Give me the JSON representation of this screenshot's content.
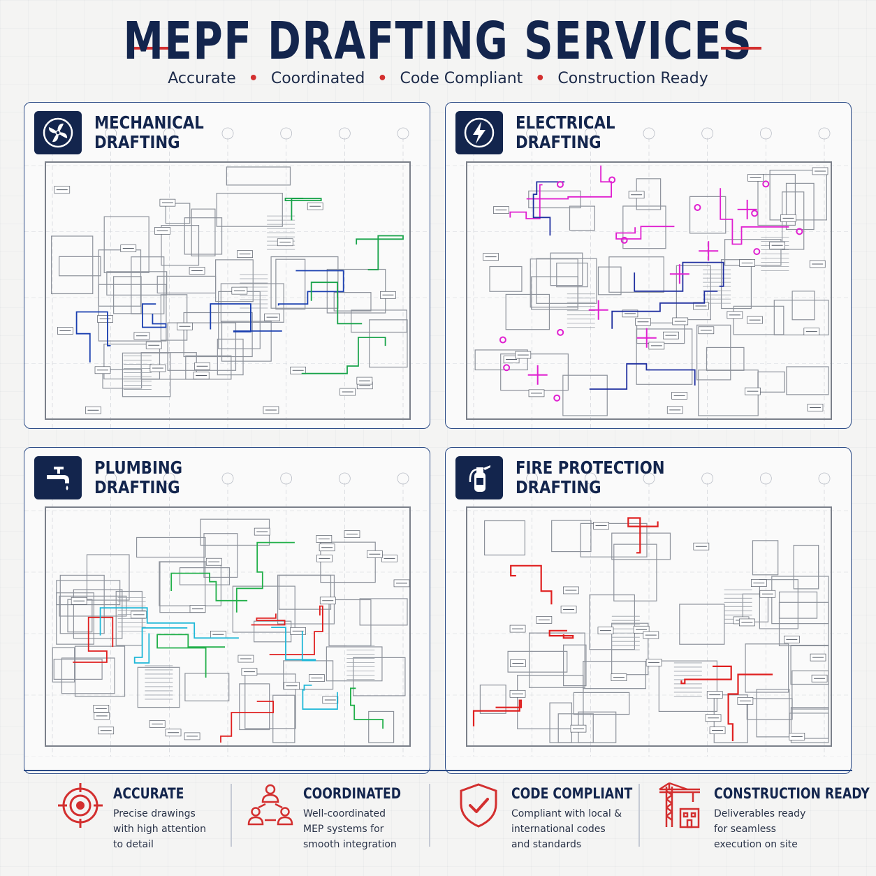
{
  "header": {
    "title": "MEPF DRAFTING SERVICES",
    "tagline": [
      "Accurate",
      "Coordinated",
      "Code Compliant",
      "Construction Ready"
    ],
    "separator": "•"
  },
  "panels": [
    {
      "line1": "MECHANICAL",
      "line2": "DRAFTING",
      "icon": "fan-icon",
      "accent": [
        "#1a3fb0",
        "#18a34a"
      ]
    },
    {
      "line1": "ELECTRICAL",
      "line2": "DRAFTING",
      "icon": "lightning-bolt-icon",
      "accent": [
        "#e020d0",
        "#2030a0"
      ]
    },
    {
      "line1": "PLUMBING",
      "line2": "DRAFTING",
      "icon": "faucet-icon",
      "accent": [
        "#e02020",
        "#22b04a",
        "#20b8d8"
      ]
    },
    {
      "line1": "FIRE PROTECTION",
      "line2": "DRAFTING",
      "icon": "fire-extinguisher-icon",
      "accent": [
        "#e02020"
      ]
    }
  ],
  "features": [
    {
      "title": "ACCURATE",
      "desc": "Precise drawings with high attention to detail",
      "icon": "target-icon"
    },
    {
      "title": "COORDINATED",
      "desc": "Well-coordinated MEP systems for smooth integration",
      "icon": "team-network-icon"
    },
    {
      "title": "CODE COMPLIANT",
      "desc": "Compliant with local & international codes and standards",
      "icon": "shield-check-icon"
    },
    {
      "title": "CONSTRUCTION READY",
      "desc": "Deliverables ready for seamless execution on site",
      "icon": "crane-building-icon"
    }
  ],
  "colors": {
    "navy": "#13254d",
    "red": "#d32f2f",
    "border": "#2b4b86"
  }
}
